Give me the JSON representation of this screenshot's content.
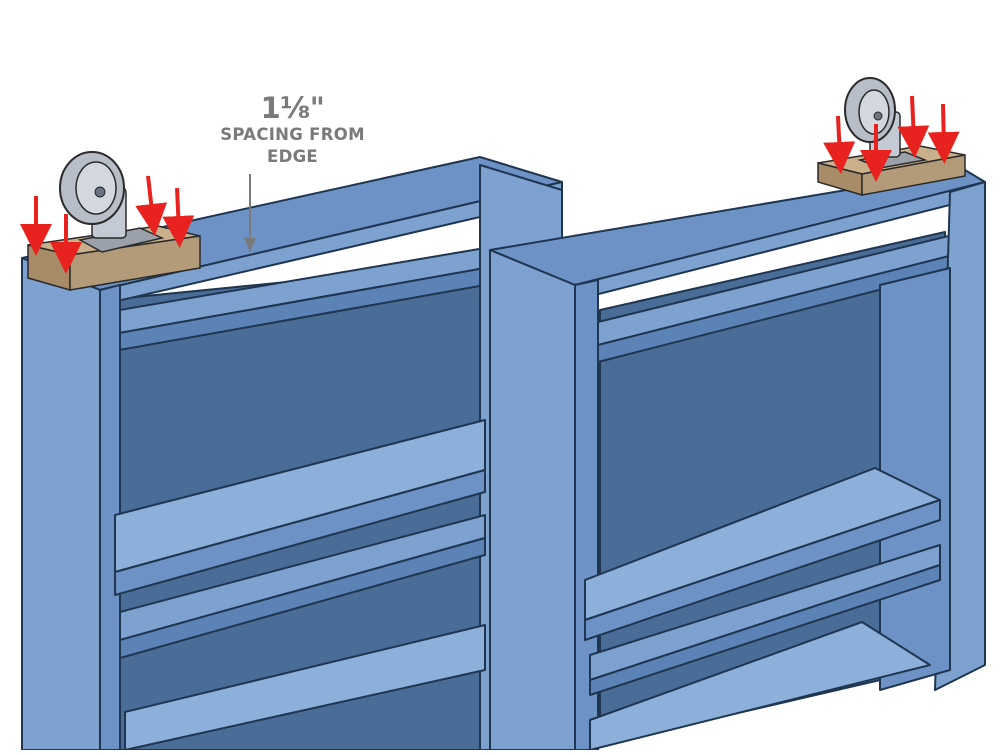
{
  "annotation": {
    "dimension": "1⅛\"",
    "label_line1": "SPACING FROM",
    "label_line2": "EDGE"
  },
  "colors": {
    "cabinet_front": "#7ea2d0",
    "cabinet_side": "#6d93c6",
    "cabinet_top": "#5c83b6",
    "cabinet_back": "#4a6d97",
    "shelf_top": "#8cb0da",
    "outline": "#1f3550",
    "caster_block": "#b39a78",
    "caster_metal": "#b8bec8",
    "arrow": "#e8231f",
    "label_gray": "#7a7a7a"
  },
  "icons": [
    "caster-wheel-icon",
    "down-arrow-icon",
    "leader-arrow-icon"
  ]
}
